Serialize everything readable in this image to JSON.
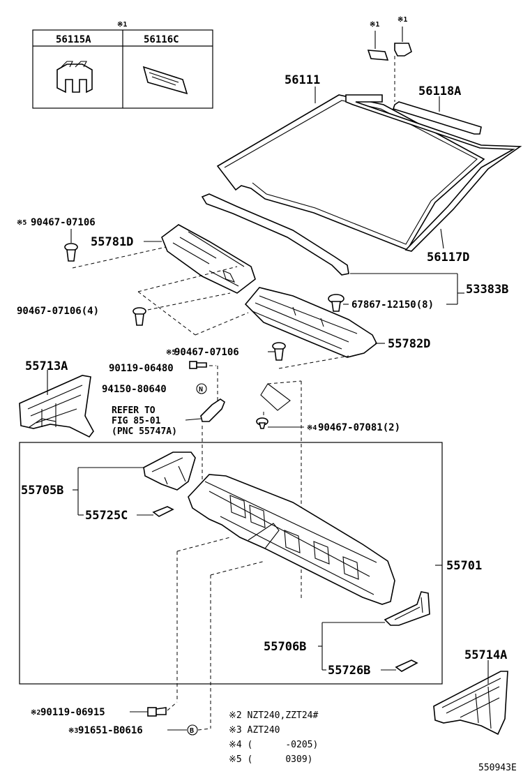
{
  "inset_mark": "※1",
  "inset_parts": [
    "56115A",
    "56116C"
  ],
  "clip_marks": [
    "※1",
    "※1"
  ],
  "parts": {
    "p56111": "56111",
    "p56118A": "56118A",
    "p56117D": "56117D",
    "p53383B": "53383B",
    "p67867": "67867-12150(8)",
    "p55781D": "55781D",
    "p55782D": "55782D",
    "p90467_top_mark": "※5",
    "p90467_top": "90467-07106",
    "p90467_4": "90467-07106(4)",
    "p90467_mid_mark": "※5",
    "p90467_mid": "90467-07106",
    "p55713A": "55713A",
    "p90119_06480": "90119-06480",
    "p94150": "94150-80640",
    "n_mark": "N",
    "refer1": "REFER TO",
    "refer2": "FIG 85-01",
    "refer3": "(PNC 55747A)",
    "p90467_081_mark": "※4",
    "p90467_081": "90467-07081(2)",
    "p55705B": "55705B",
    "p55725C": "55725C",
    "p55701": "55701",
    "p55706B": "55706B",
    "p55726B": "55726B",
    "p55714A": "55714A",
    "p90119_06915_mark": "※2",
    "p90119_06915": "90119-06915",
    "p91651_mark": "※3",
    "p91651": "91651-B0616",
    "b_mark": "B"
  },
  "notes": [
    "※2 NZT240,ZZT24#",
    "※3 AZT240",
    "※4 (      -0205)",
    "※5 (      0309)"
  ],
  "diagram_id": "550943E"
}
